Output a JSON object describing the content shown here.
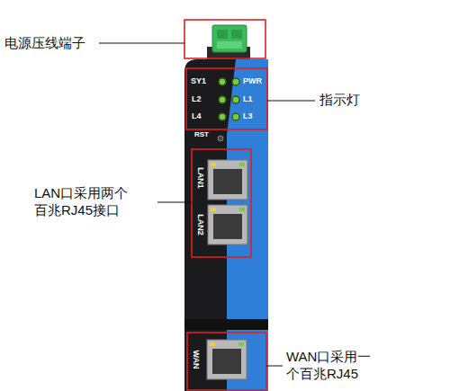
{
  "diagram": {
    "labels": [
      "电源压线端子",
      "SY1",
      "PWR",
      "指示灯",
      "L2",
      "L1",
      "L4",
      "L3",
      "RST",
      "LAN1",
      "LAN口采用两个 百兆RJ45接口",
      "LAN2",
      "WAN",
      "WAN口采用一 个百兆RJ45"
    ]
  }
}
